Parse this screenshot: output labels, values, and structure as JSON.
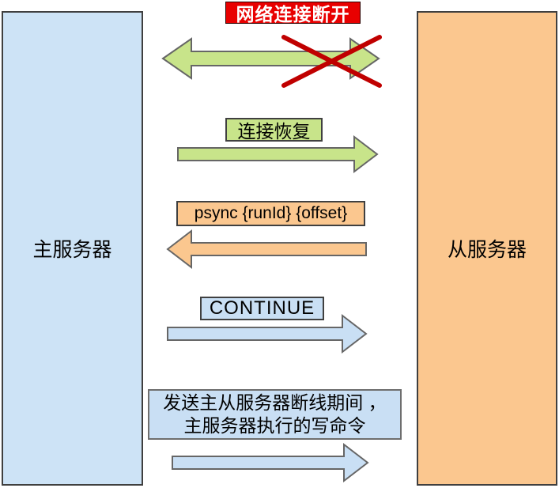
{
  "header": {
    "disconnect_label": "网络连接断开"
  },
  "nodes": {
    "master": {
      "label": "主服务器"
    },
    "slave": {
      "label": "从服务器"
    }
  },
  "messages": {
    "reconnect": {
      "label": "连接恢复",
      "direction": "master-to-slave"
    },
    "psync": {
      "label": "psync {runId} {offset}",
      "direction": "slave-to-master"
    },
    "continue": {
      "label": "CONTINUE",
      "direction": "master-to-slave"
    },
    "resend": {
      "line1": "发送主从服务器断线期间 ，",
      "line2": "主服务器执行的写命令",
      "direction": "master-to-slave"
    }
  },
  "icons": {
    "bidirectional_arrow": "two-headed-arrow",
    "disconnect_cross": "red-x-over-arrow"
  },
  "colors": {
    "master_fill": "#CDE3F6",
    "slave_fill": "#FBC78F",
    "green_fill": "#C8E48A",
    "orange_fill": "#FBC78F",
    "blue_fill": "#C9DFF4",
    "badge_red": "#E80000",
    "badge_text": "#FFFFFF",
    "cross_red": "#C00000",
    "box_outline": "#3F3F3F",
    "arrow_outline": "#666666",
    "label_outline": "#404040",
    "resend_outline": "#6E6E6E"
  }
}
